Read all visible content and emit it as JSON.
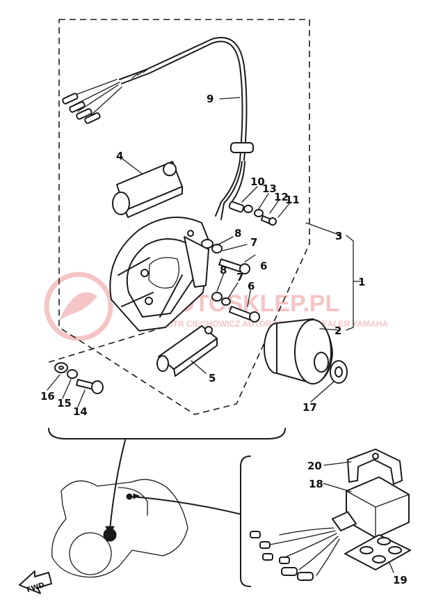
{
  "watermark": {
    "brand": "MOTOSKLEP.PL",
    "tagline": "PIOTR CIECHOWICZ AUTORYZOWANY DEALER YAMAHA",
    "color": "#e35a5a"
  },
  "callouts": {
    "c1": "1",
    "c2": "2",
    "c3": "3",
    "c4": "4",
    "c5": "5",
    "c6a": "6",
    "c6b": "6",
    "c7a": "7",
    "c7b": "7",
    "c8a": "8",
    "c8b": "8",
    "c9": "9",
    "c10": "10",
    "c11": "11",
    "c12": "12",
    "c13": "13",
    "c14": "14",
    "c15": "15",
    "c16": "16",
    "c17": "17",
    "c18": "18",
    "c19": "19",
    "c20": "20"
  },
  "direction_arrow": "FWD",
  "colors": {
    "ink": "#1a1a1a",
    "paper": "#ffffff"
  }
}
